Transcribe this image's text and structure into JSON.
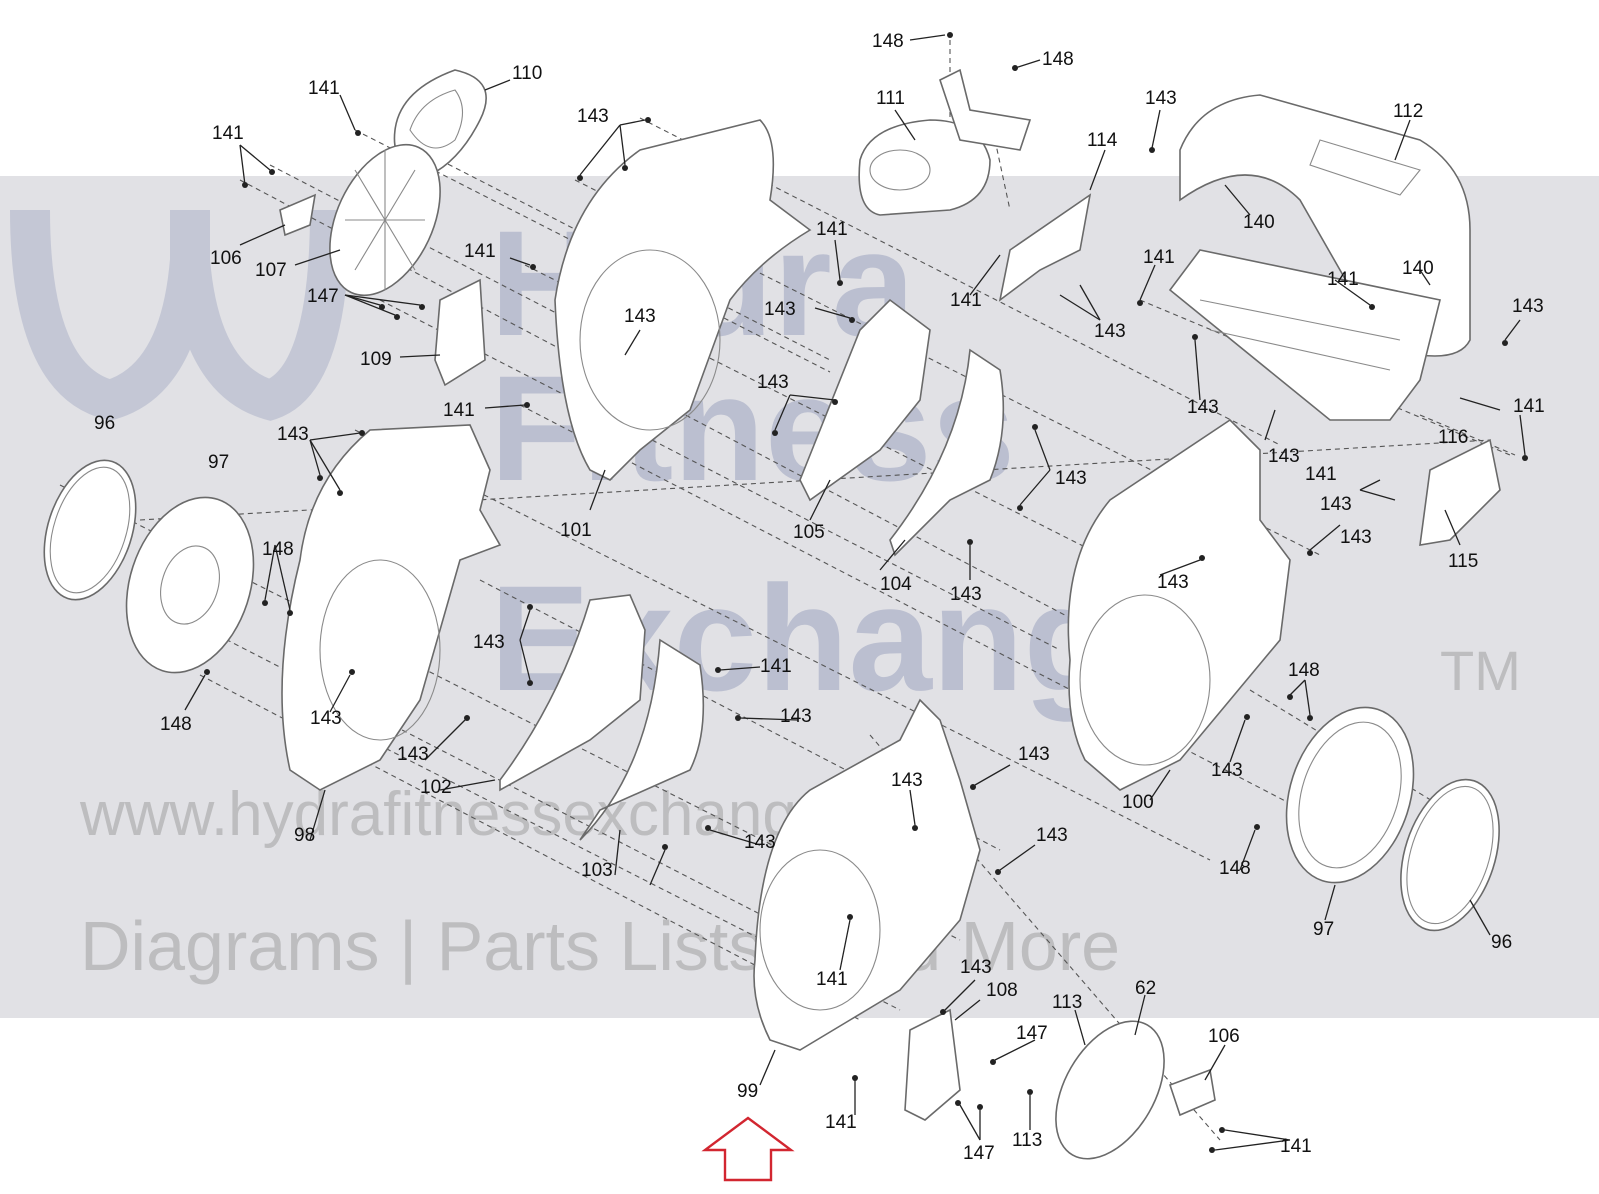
{
  "watermark": {
    "brand_line1": "Hydra",
    "brand_line2": "Fitness",
    "brand_line3": "Exchange",
    "trademark": "TM",
    "url": "www.hydrafitnessexchange.com",
    "tagline": "Diagrams | Parts Lists | And More"
  },
  "callouts": [
    {
      "id": "c148a",
      "text": "148"
    },
    {
      "id": "c148b",
      "text": "148"
    },
    {
      "id": "c111",
      "text": "111"
    },
    {
      "id": "c141a",
      "text": "141"
    },
    {
      "id": "c110",
      "text": "110"
    },
    {
      "id": "c141b",
      "text": "141"
    },
    {
      "id": "c143a",
      "text": "143"
    },
    {
      "id": "c143b",
      "text": "143"
    },
    {
      "id": "c112",
      "text": "112"
    },
    {
      "id": "c114",
      "text": "114"
    },
    {
      "id": "c140a",
      "text": "140"
    },
    {
      "id": "c106a",
      "text": "106"
    },
    {
      "id": "c107",
      "text": "107"
    },
    {
      "id": "c141c",
      "text": "141"
    },
    {
      "id": "c141d",
      "text": "141"
    },
    {
      "id": "c141e",
      "text": "141"
    },
    {
      "id": "c141f",
      "text": "141"
    },
    {
      "id": "c140b",
      "text": "140"
    },
    {
      "id": "c143c",
      "text": "143"
    },
    {
      "id": "c147a",
      "text": "147"
    },
    {
      "id": "c143d",
      "text": "143"
    },
    {
      "id": "c141g",
      "text": "141"
    },
    {
      "id": "c143e",
      "text": "143"
    },
    {
      "id": "c143f",
      "text": "143"
    },
    {
      "id": "c109",
      "text": "109"
    },
    {
      "id": "c143g",
      "text": "143"
    },
    {
      "id": "c96a",
      "text": "96"
    },
    {
      "id": "c141h",
      "text": "141"
    },
    {
      "id": "c143h",
      "text": "143"
    },
    {
      "id": "c116",
      "text": "116"
    },
    {
      "id": "c141i",
      "text": "141"
    },
    {
      "id": "c97a",
      "text": "97"
    },
    {
      "id": "c143i",
      "text": "143"
    },
    {
      "id": "c143j",
      "text": "143"
    },
    {
      "id": "c141j",
      "text": "141"
    },
    {
      "id": "c143k",
      "text": "143"
    },
    {
      "id": "c101",
      "text": "101"
    },
    {
      "id": "c105",
      "text": "105"
    },
    {
      "id": "c143l",
      "text": "143"
    },
    {
      "id": "c115",
      "text": "115"
    },
    {
      "id": "c148c",
      "text": "148"
    },
    {
      "id": "c143m",
      "text": "143"
    },
    {
      "id": "c104",
      "text": "104"
    },
    {
      "id": "c143n",
      "text": "143"
    },
    {
      "id": "c143o",
      "text": "143"
    },
    {
      "id": "c143p",
      "text": "143"
    },
    {
      "id": "c141k",
      "text": "141"
    },
    {
      "id": "c148d",
      "text": "148"
    },
    {
      "id": "c148e",
      "text": "148"
    },
    {
      "id": "c143q",
      "text": "143"
    },
    {
      "id": "c143r",
      "text": "143"
    },
    {
      "id": "c143s",
      "text": "143"
    },
    {
      "id": "c143t",
      "text": "143"
    },
    {
      "id": "c143u",
      "text": "143"
    },
    {
      "id": "c143v",
      "text": "143"
    },
    {
      "id": "c102",
      "text": "102"
    },
    {
      "id": "c100",
      "text": "100"
    },
    {
      "id": "c98",
      "text": "98"
    },
    {
      "id": "c143w",
      "text": "143"
    },
    {
      "id": "c103",
      "text": "103"
    },
    {
      "id": "c143x",
      "text": "143"
    },
    {
      "id": "c148f",
      "text": "148"
    },
    {
      "id": "c97b",
      "text": "97"
    },
    {
      "id": "c96b",
      "text": "96"
    },
    {
      "id": "c141l",
      "text": "141"
    },
    {
      "id": "c143y",
      "text": "143"
    },
    {
      "id": "c108",
      "text": "108"
    },
    {
      "id": "c113a",
      "text": "113"
    },
    {
      "id": "c62",
      "text": "62"
    },
    {
      "id": "c147b",
      "text": "147"
    },
    {
      "id": "c106b",
      "text": "106"
    },
    {
      "id": "c99",
      "text": "99"
    },
    {
      "id": "c141m",
      "text": "141"
    },
    {
      "id": "c113b",
      "text": "113"
    },
    {
      "id": "c147c",
      "text": "147"
    },
    {
      "id": "c141n",
      "text": "141"
    }
  ],
  "colors": {
    "line": "#6a6a6a",
    "arrow": "#d22630",
    "watermark": "#8f97b8"
  }
}
